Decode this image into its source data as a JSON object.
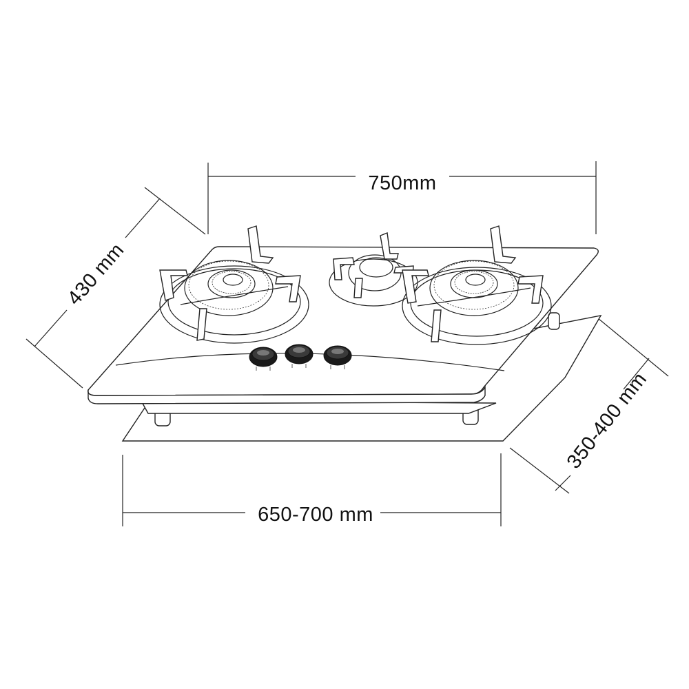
{
  "diagram": {
    "dimensions": {
      "width_top": "750mm",
      "depth_left": "430 mm",
      "cutout_width": "650-700 mm",
      "cutout_depth": "350-400 mm"
    },
    "parts": {
      "burners": [
        "left-burner",
        "center-burner",
        "right-burner"
      ],
      "knobs": [
        "knob-1",
        "knob-2",
        "knob-3"
      ]
    },
    "colors": {
      "line": "#222222",
      "knob": "#1a1a1a",
      "background": "#ffffff"
    }
  }
}
